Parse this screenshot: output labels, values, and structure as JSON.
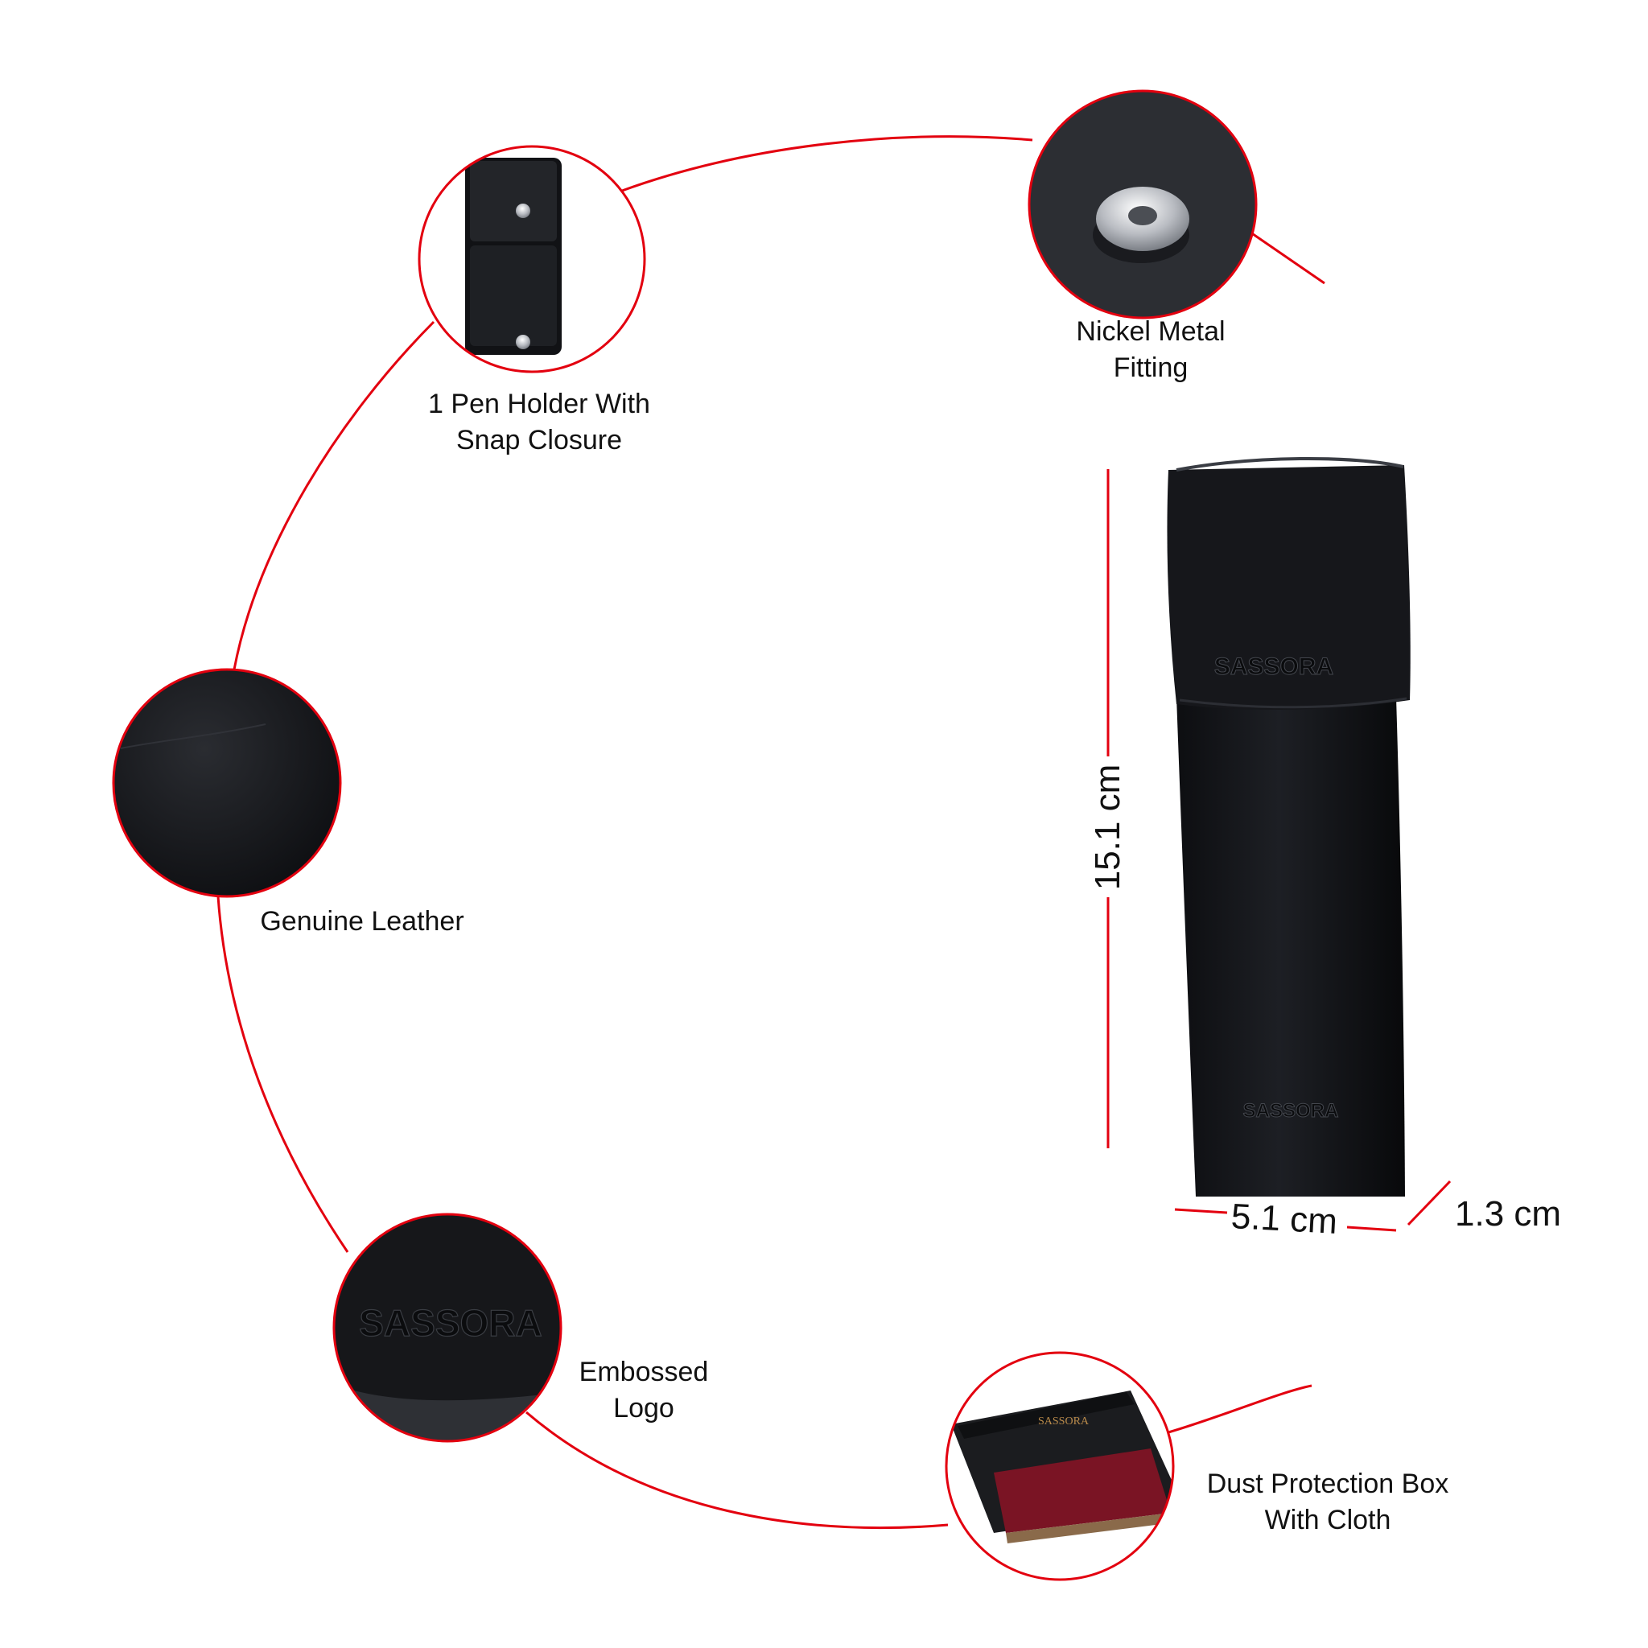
{
  "features": [
    {
      "id": "pen-holder",
      "lines": [
        "1 Pen Holder With",
        "Snap Closure"
      ]
    },
    {
      "id": "nickel-fitting",
      "lines": [
        "Nickel Metal",
        "Fitting"
      ]
    },
    {
      "id": "genuine-leather",
      "lines": [
        "Genuine Leather"
      ]
    },
    {
      "id": "embossed-logo",
      "lines": [
        "Embossed",
        "Logo"
      ]
    },
    {
      "id": "dust-box",
      "lines": [
        "Dust Protection Box",
        "With Cloth"
      ]
    }
  ],
  "dimensions": {
    "height": "15.1 cm",
    "width": "5.1 cm",
    "depth": "1.3 cm"
  },
  "brand": {
    "logo_text": "SASSORA"
  },
  "colors": {
    "accent_line": "#e3000f",
    "leather": "#141518",
    "box_cloth": "#7a1424"
  }
}
